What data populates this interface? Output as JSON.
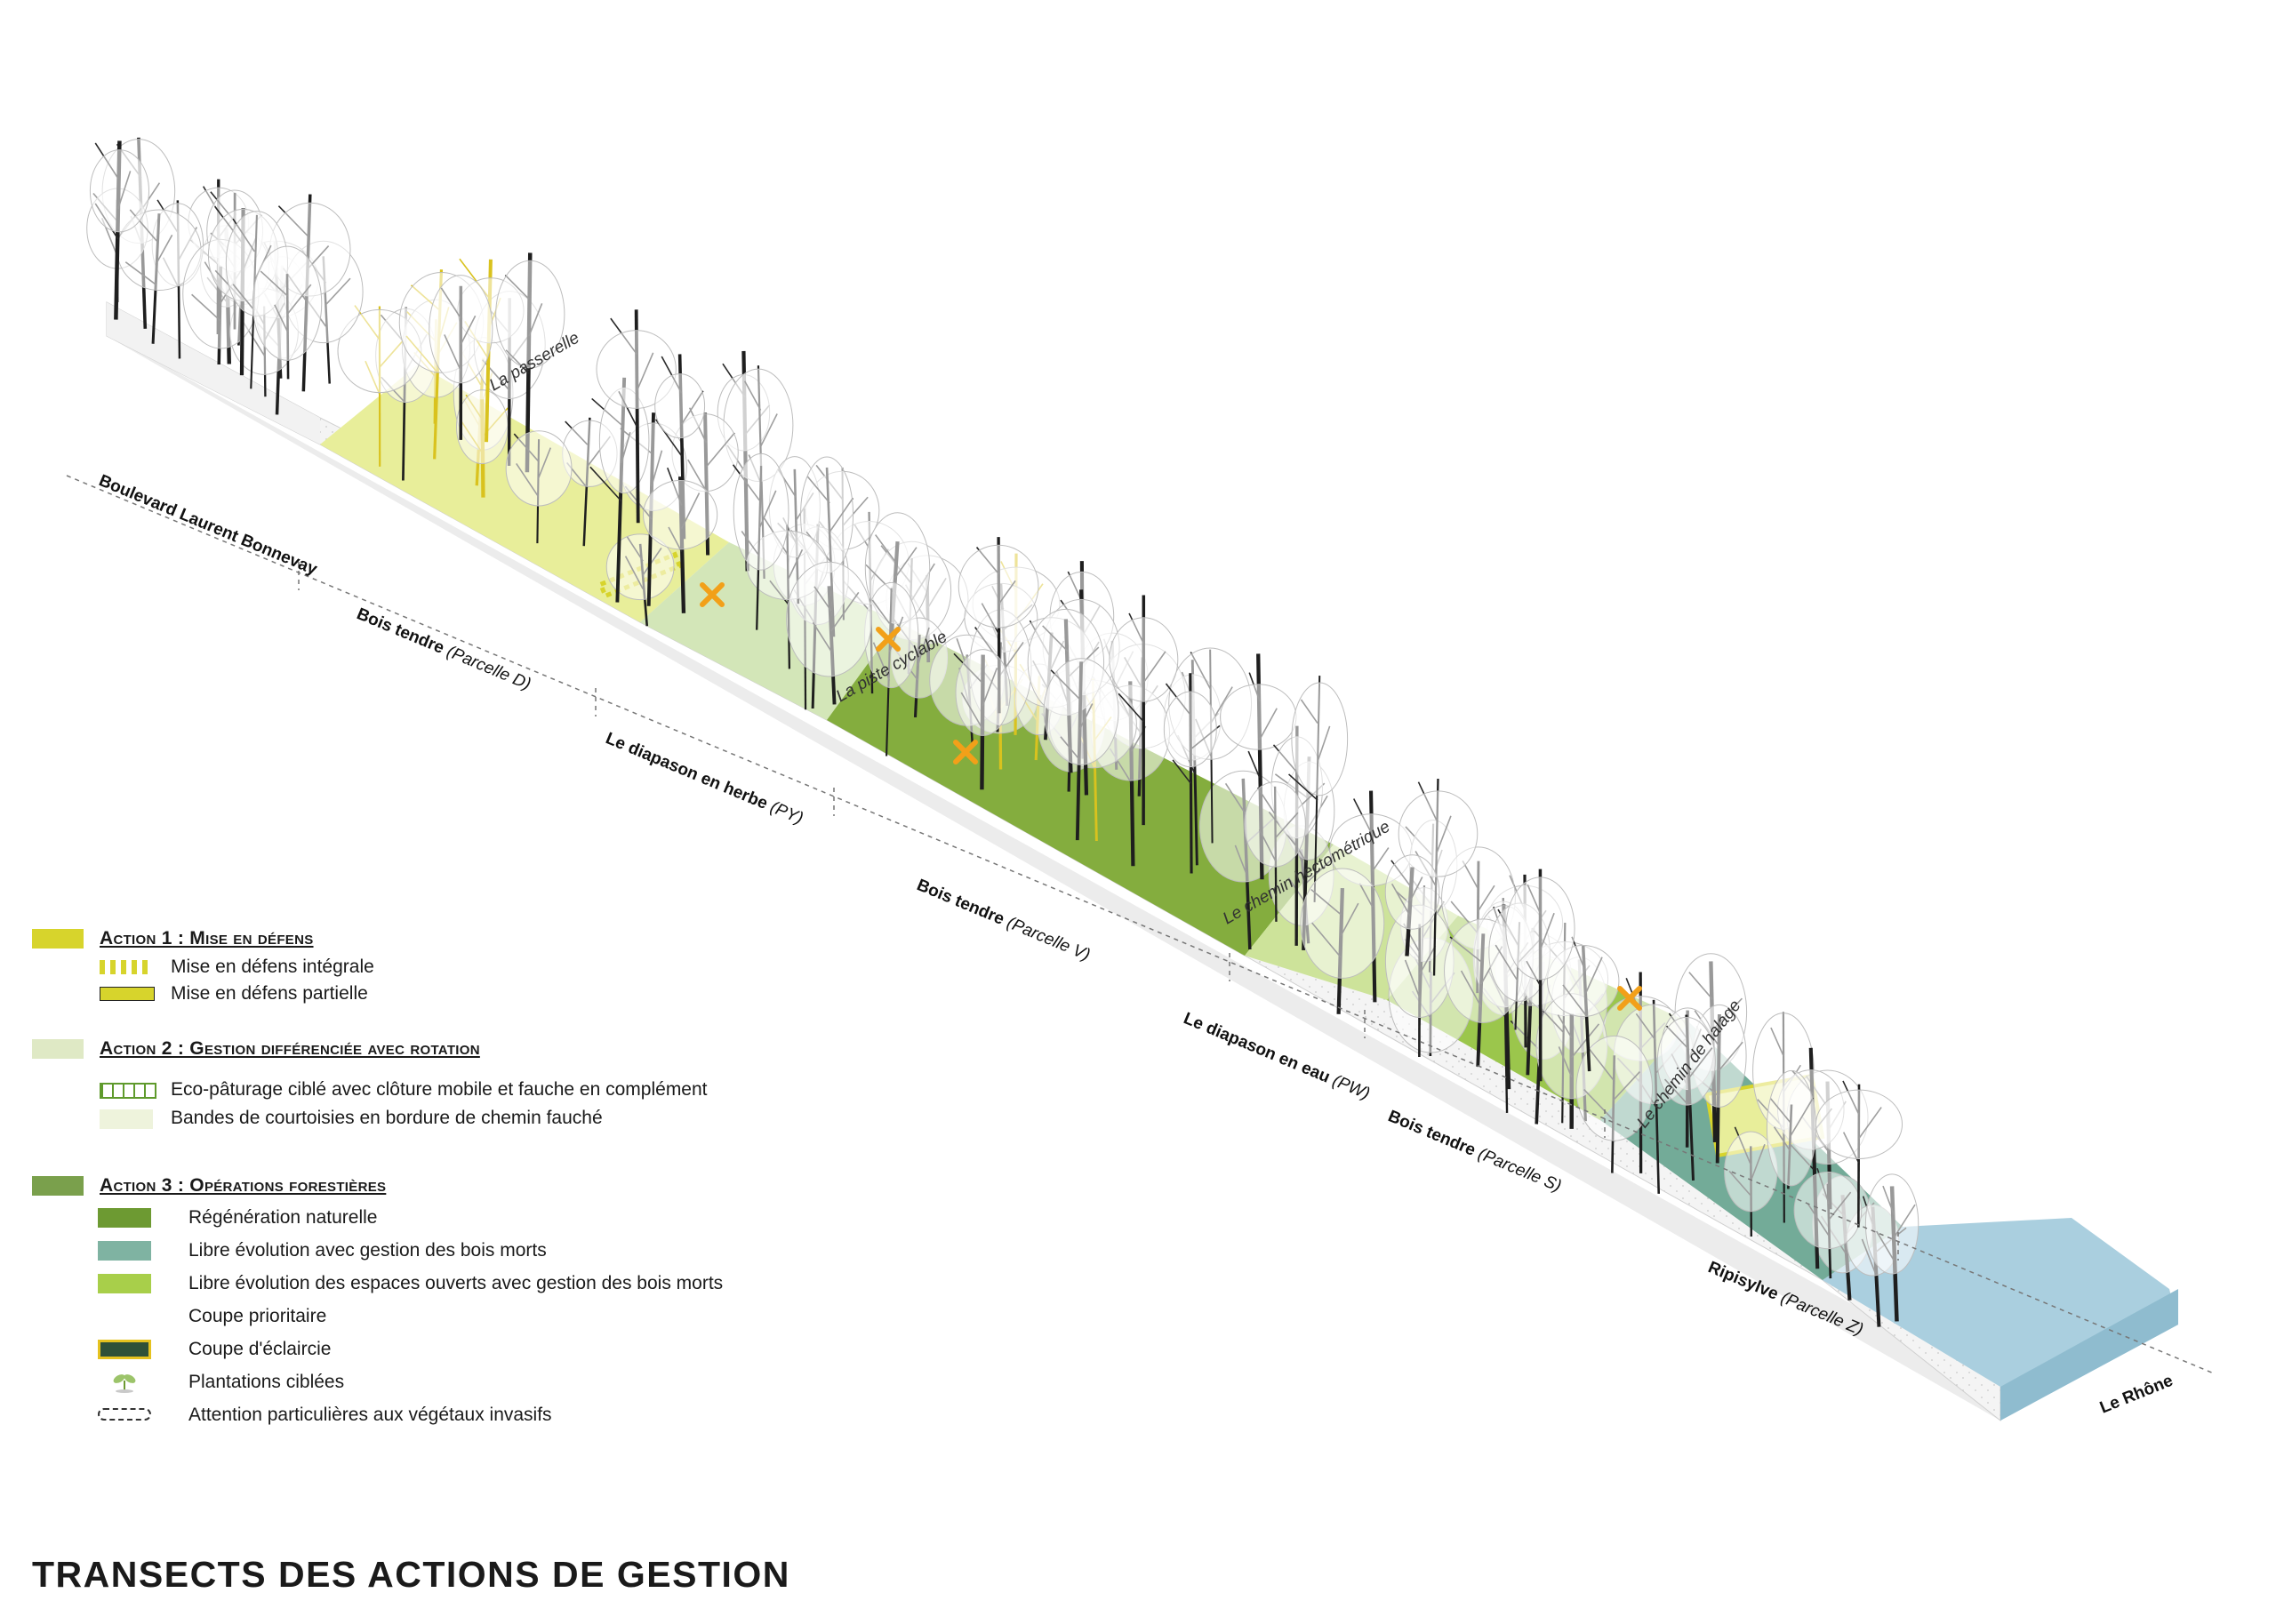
{
  "title": "TRANSECTS DES ACTIONS DE GESTION",
  "colors": {
    "action1": "#d7d42c",
    "action2": "#dfe9c5",
    "action3": "#7aa04c",
    "regeneration": "#6d9a32",
    "libre_evolution": "#7fb3a2",
    "espaces_ouverts": "#a8cf4a",
    "coupe_eclaircie": "#2f5138",
    "riviere": "#aacfdf",
    "coupe_marker": "#f2a019"
  },
  "segments": [
    {
      "name": "Boulevard Laurent Bonnevay",
      "parcel": ""
    },
    {
      "name": "Bois tendre",
      "parcel": "(Parcelle D)"
    },
    {
      "name": "Le diapason en herbe",
      "parcel": "(PY)"
    },
    {
      "name": "Bois tendre",
      "parcel": "(Parcelle V)"
    },
    {
      "name": "Le diapason en eau",
      "parcel": "(PW)"
    },
    {
      "name": "Bois tendre",
      "parcel": "(Parcelle S)"
    },
    {
      "name": "Ripisylve",
      "parcel": "(Parcelle Z)"
    },
    {
      "name": "Le Rhône",
      "parcel": ""
    }
  ],
  "paths": [
    "La passerelle",
    "La piste cyclable",
    "Le chemin hectométrique",
    "Le chemin de halage"
  ],
  "legend": {
    "action1": {
      "title": "Action 1 : Mise en défens",
      "items": [
        "Mise en défens intégrale",
        "Mise en défens partielle"
      ]
    },
    "action2": {
      "title": "Action 2 : Gestion différenciée avec rotation",
      "items": [
        "Eco-pâturage ciblé avec clôture mobile et fauche en complément",
        "Bandes de courtoisies en bordure de chemin fauché"
      ]
    },
    "action3": {
      "title": "Action 3 : Opérations forestières",
      "items": [
        "Régénération naturelle",
        "Libre évolution avec gestion des bois morts",
        "Libre évolution des espaces ouverts avec gestion des bois morts",
        "Coupe prioritaire",
        "Coupe d'éclaircie",
        "Plantations ciblées",
        "Attention particulières aux végétaux invasifs"
      ]
    }
  }
}
